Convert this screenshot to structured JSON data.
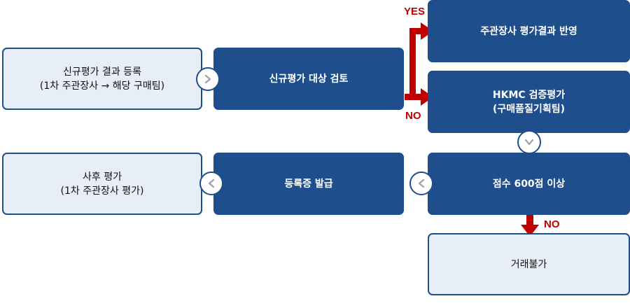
{
  "nodes": {
    "registration": {
      "line1": "신규평가 결과 등록",
      "line2": "(1차 주관장사 → 해당 구매팀)"
    },
    "review": {
      "line1": "신규평가 대상 검토"
    },
    "reflect": {
      "line1": "주관장사 평가결과 반영"
    },
    "hkmc": {
      "line1": "HKMC 검증평가",
      "line2": "(구매품질기획팀)"
    },
    "score": {
      "line1": "점수  600점 이상"
    },
    "issue": {
      "line1": "등록증 발급"
    },
    "post_eval": {
      "line1": "사후 평가",
      "line2": "(1차 주관장사 평가)"
    },
    "reject": {
      "line1": "거래불가"
    }
  },
  "labels": {
    "yes": "YES",
    "no_top": "NO",
    "no_bottom": "NO"
  },
  "colors": {
    "dark": "#1f4e8c",
    "light": "#e8eef7",
    "arrow": "#c00000"
  },
  "icons": [
    "chevron-right-icon",
    "chevron-down-icon",
    "chevron-left-icon"
  ]
}
